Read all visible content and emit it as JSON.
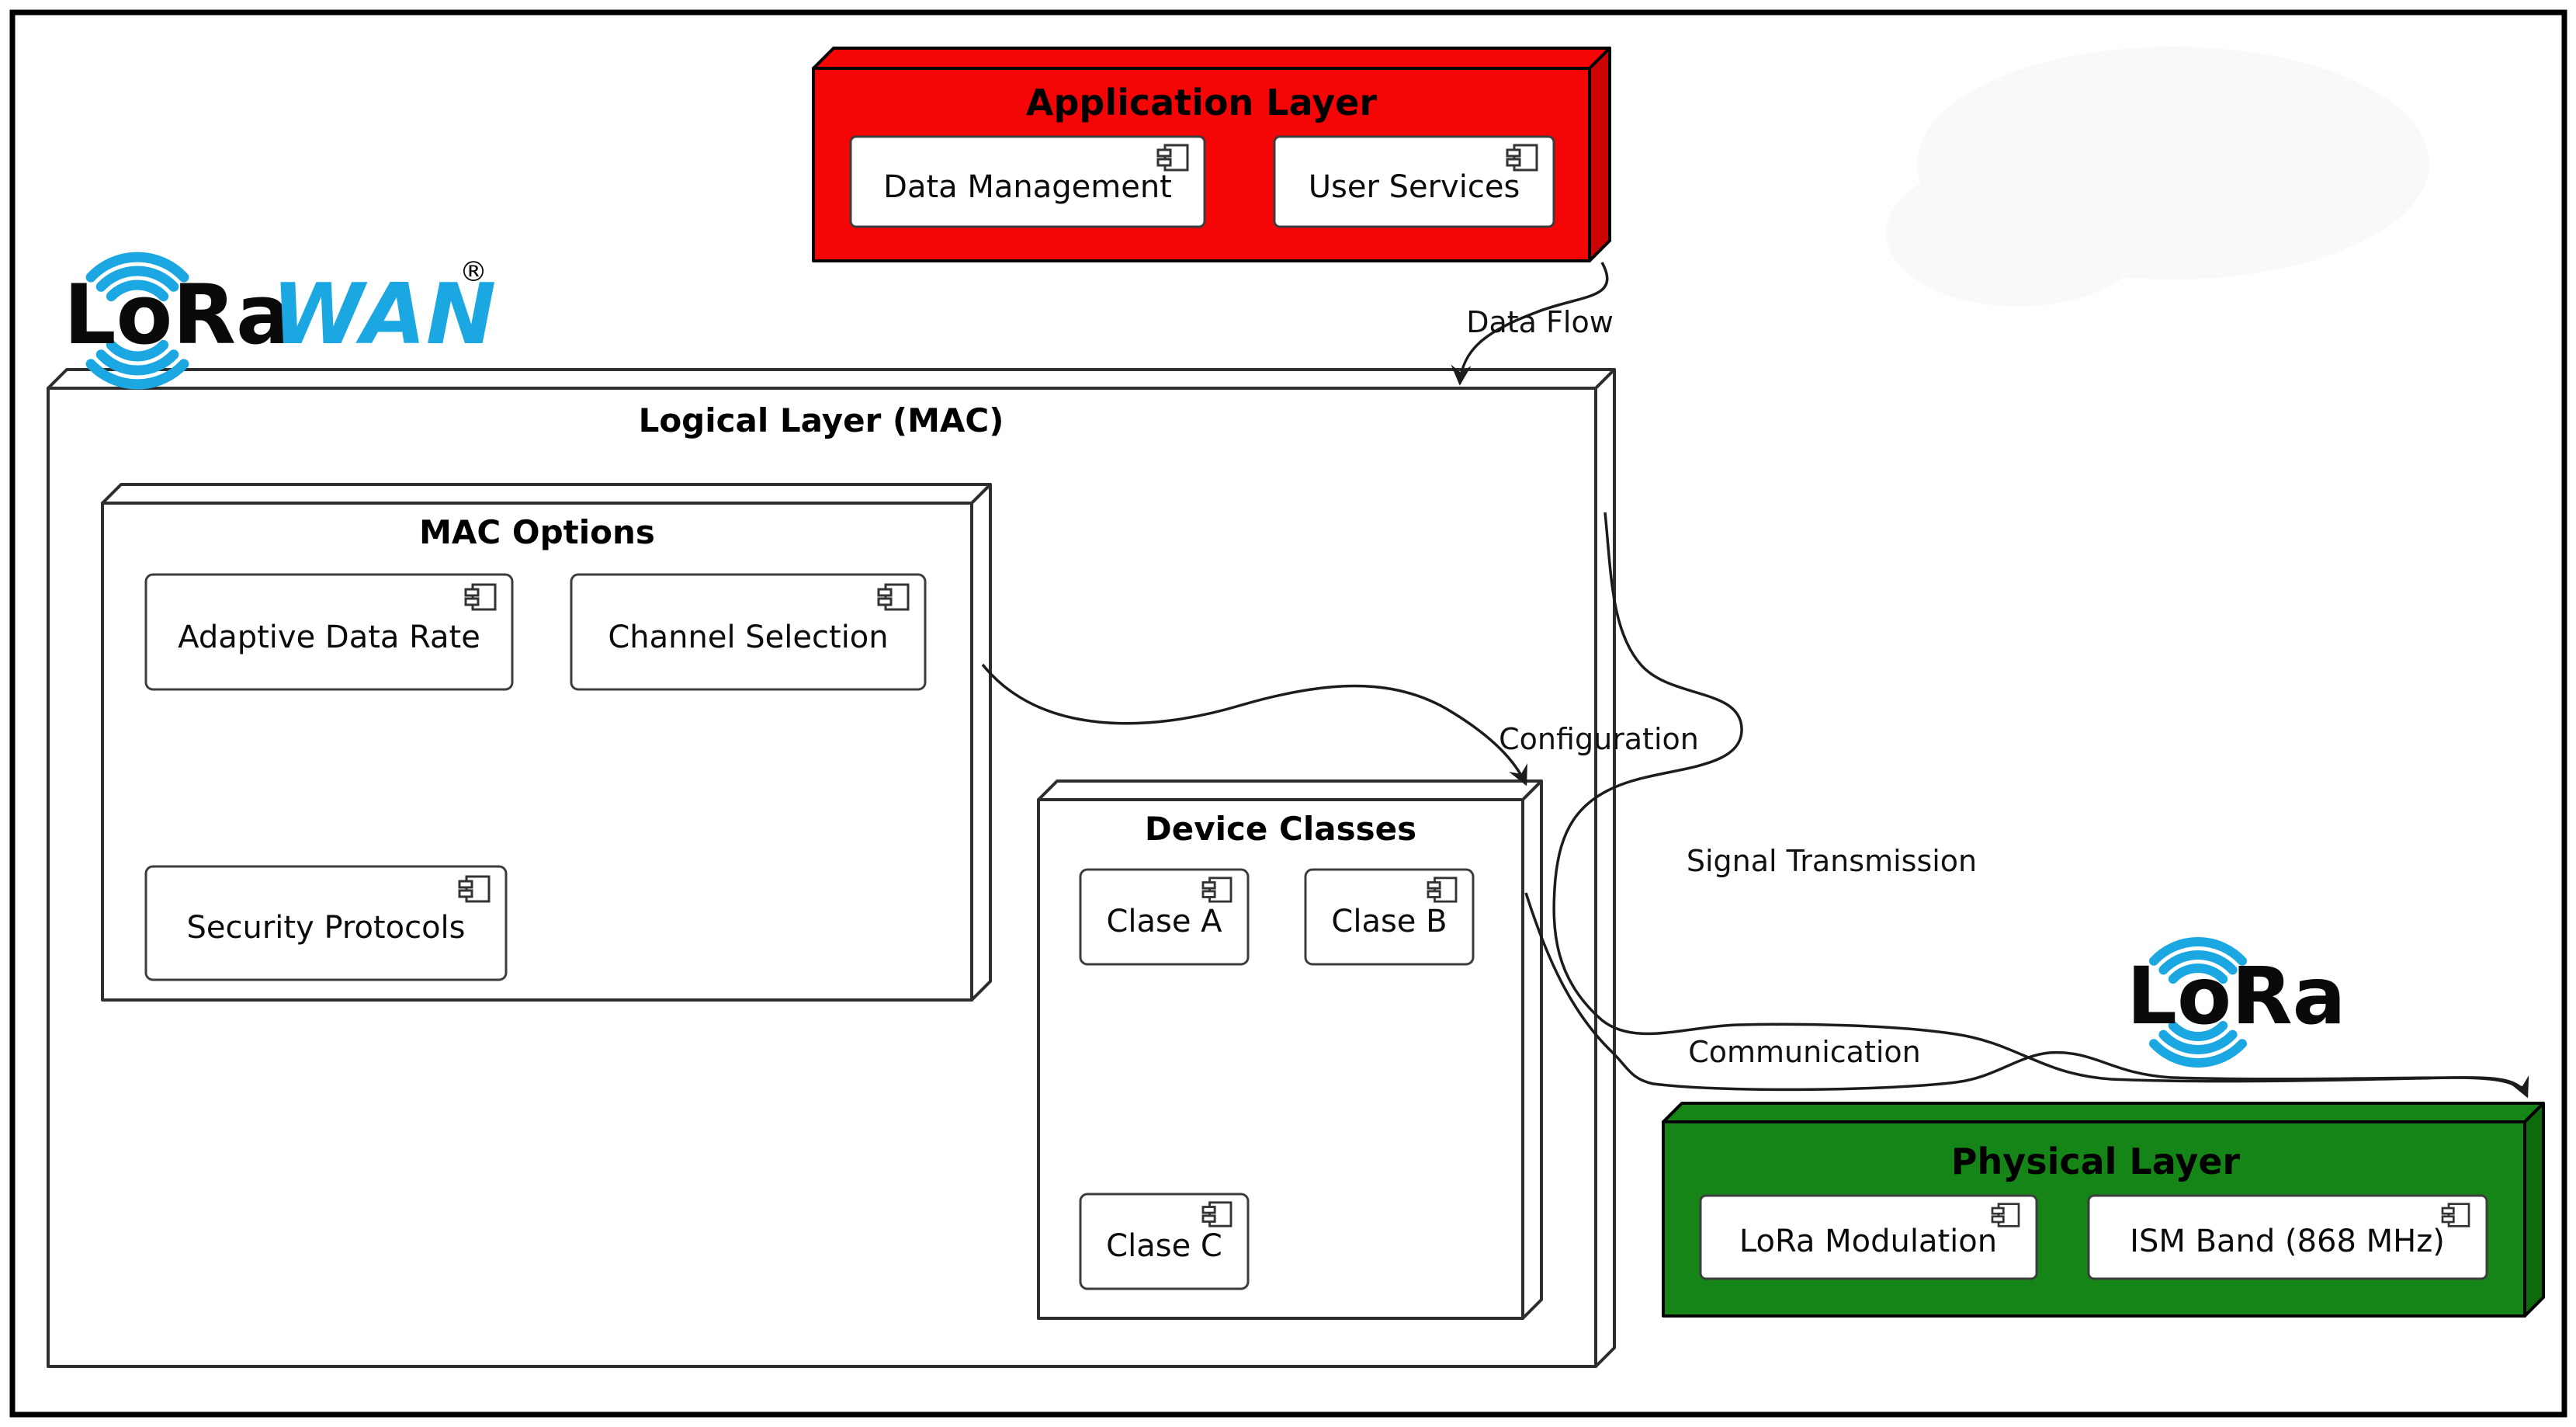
{
  "colors": {
    "red": "#f50505",
    "red_dark": "#cc0404",
    "green": "#168517",
    "green_dark": "#0d6b0e",
    "blue": "#1ba7e2",
    "line": "#1c1c1c"
  },
  "logos": {
    "lorawan_black": "LoRa",
    "lorawan_blue": "WAN",
    "registered": "®",
    "lora": "LoRa"
  },
  "nodes": {
    "application": {
      "title": "Application Layer",
      "components": [
        "Data Management",
        "User Services"
      ]
    },
    "logical": {
      "title": "Logical Layer (MAC)"
    },
    "mac_options": {
      "title": "MAC Options",
      "components": [
        "Adaptive Data Rate",
        "Channel Selection",
        "Security Protocols"
      ]
    },
    "device_classes": {
      "title": "Device Classes",
      "components": [
        "Clase A",
        "Clase B",
        "Clase C"
      ]
    },
    "physical": {
      "title": "Physical Layer",
      "components": [
        "LoRa Modulation",
        "ISM Band (868 MHz)"
      ]
    }
  },
  "connectors": {
    "data_flow": "Data Flow",
    "configuration": "Configuration",
    "signal_transmission": "Signal Transmission",
    "communication": "Communication"
  }
}
